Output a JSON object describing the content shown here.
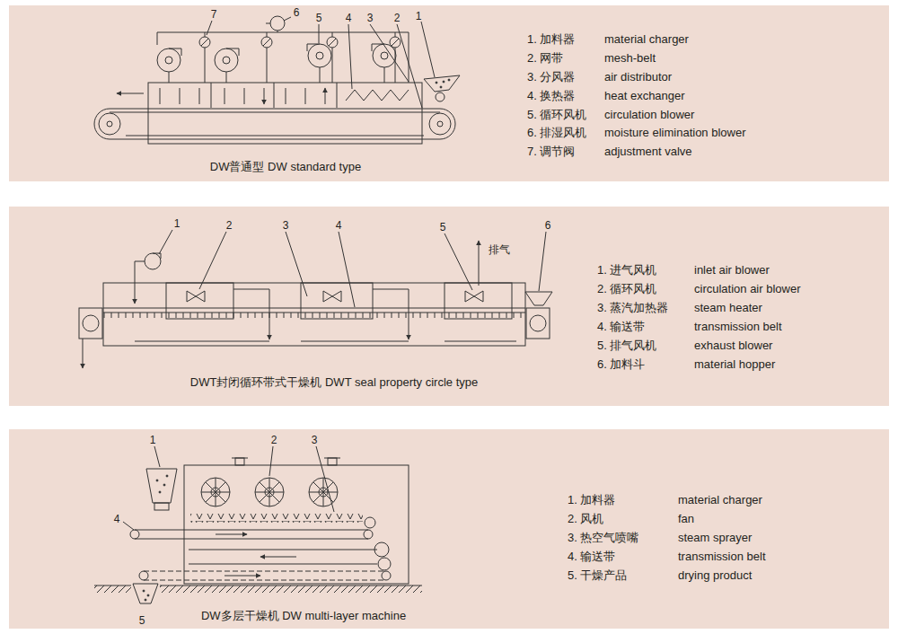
{
  "diagram": {
    "nodes": [
      {
        "text": [
          "DW普通型 DW standard type"
        ]
      },
      {
        "text": [
          "DWT封闭循环带式干燥机 DWT seal property circle type"
        ]
      },
      {
        "text": [
          "DW多层干燥机 DW multi-layer machine"
        ]
      }
    ],
    "labels": [
      "7",
      "6",
      "5",
      "4",
      "3",
      "2",
      "1",
      "1. 加料器",
      "material charger",
      "2. 网带",
      "mesh-belt",
      "3. 分风器",
      "air distributor",
      "4. 换热器",
      "heat exchanger",
      "5. 循环风机",
      "circulation blower",
      "6. 排湿风机",
      "moisture elimination blower",
      "7. 调节阀",
      "adjustment valve",
      "1",
      "2",
      "3",
      "4",
      "5",
      "排气",
      "6",
      "1. 进气风机",
      "inlet air blower",
      "2. 循环风机",
      "circulation air blower",
      "3. 蒸汽加热器",
      "steam heater",
      "4. 输送带",
      "transmission belt",
      "5. 排气风机",
      "exhaust blower",
      "6. 加料斗",
      "material hopper",
      "1",
      "2",
      "3",
      "4",
      "5",
      "1. 加料器",
      "material charger",
      "2. 风机",
      "fan",
      "3. 热空气喷嘴",
      "steam sprayer",
      "4. 输送带",
      "transmission belt",
      "5. 干燥产品",
      "drying product"
    ]
  }
}
